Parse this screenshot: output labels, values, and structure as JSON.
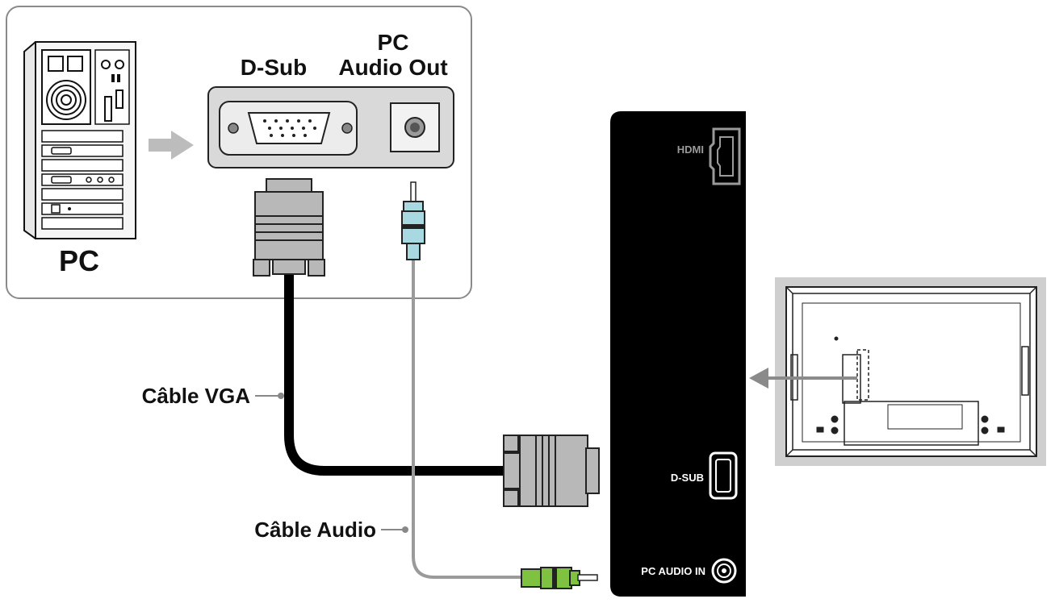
{
  "labels": {
    "pc": "PC",
    "dsub": "D-Sub",
    "pc_audio_out_line1": "PC",
    "pc_audio_out_line2": "Audio Out",
    "vga_cable": "Câble VGA",
    "audio_cable": "Câble Audio",
    "hdmi_port": "HDMI",
    "dsub_port": "D-SUB",
    "pc_audio_in_port": "PC AUDIO IN"
  },
  "colors": {
    "panel_border": "#8a8a8a",
    "panel_fill": "#ffffff",
    "port_plate": "#d9d9d9",
    "monitor_body": "#000000",
    "vga_cable": "#000000",
    "audio_cable": "#9a9a9a",
    "audio_plug_pc": "#a8d8e0",
    "audio_plug_monitor": "#7fc241",
    "arrow": "#bcbcbc",
    "inset_bg": "#cfcfcf"
  }
}
